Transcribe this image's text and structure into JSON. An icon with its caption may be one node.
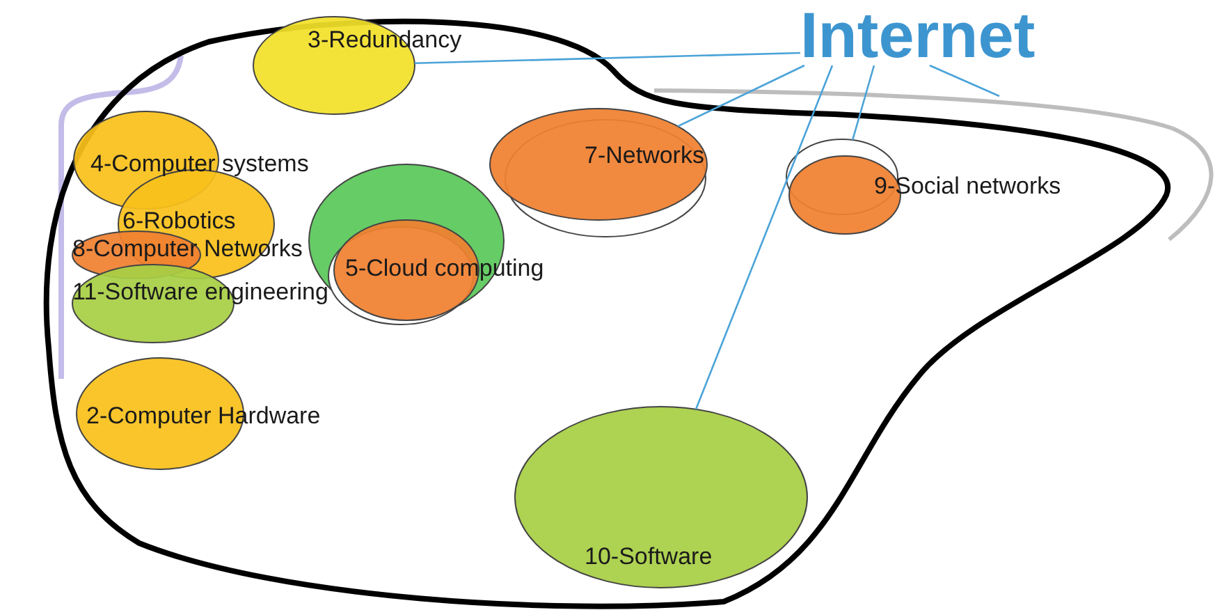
{
  "diagram": {
    "nodes": [
      {
        "text": [
          "Internet"
        ]
      },
      {
        "text": [],
        "shape": "outline"
      },
      {
        "text": [],
        "shape": "outline"
      },
      {
        "text": [
          "3-Redundancy"
        ],
        "in": 1
      },
      {
        "text": [
          "4-Computer systems"
        ],
        "in": 1
      },
      {
        "text": [
          "7-Networks"
        ],
        "in": 1
      },
      {
        "text": [
          "9-Social networks"
        ],
        "in": 1
      },
      {
        "text": [
          "6-Robotics"
        ],
        "in": 1
      },
      {
        "text": [
          "8-Computer Networks"
        ],
        "in": 1
      },
      {
        "text": [
          "5-Cloud computing"
        ],
        "in": 1
      },
      {
        "text": [
          "11-Software engineering"
        ],
        "in": 1
      },
      {
        "text": [
          "2-Computer Hardware"
        ],
        "in": 1
      },
      {
        "text": [
          "10-Software"
        ],
        "in": 1
      }
    ],
    "edges": [
      {
        "from": 0,
        "to": 3,
        "arrow": "none"
      },
      {
        "from": 0,
        "to": 5,
        "arrow": "none"
      },
      {
        "from": 0,
        "to": 12,
        "arrow": "none"
      },
      {
        "from": 0,
        "to": 6,
        "arrow": "none"
      },
      {
        "from": 0,
        "to": 2,
        "arrow": "none"
      }
    ]
  }
}
